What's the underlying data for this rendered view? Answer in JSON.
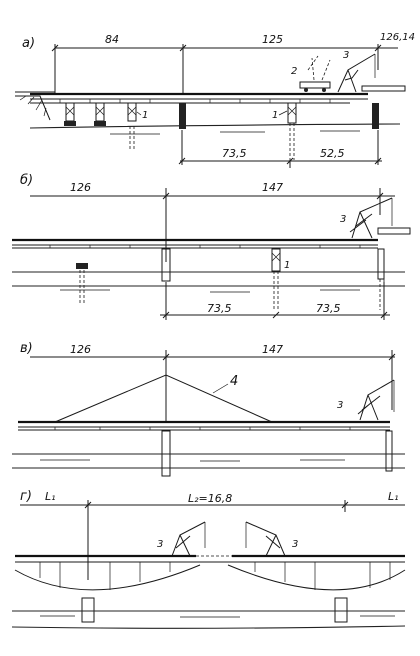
{
  "panels": [
    {
      "letter": "а)",
      "top_dims": [
        "84",
        "125",
        "126,14"
      ],
      "bottom_dims": [
        "73,5",
        "52,5"
      ],
      "callouts": [
        "3",
        "2",
        "1",
        "1"
      ]
    },
    {
      "letter": "б)",
      "top_dims": [
        "126",
        "147"
      ],
      "bottom_dims": [
        "73,5",
        "73,5"
      ],
      "callouts": [
        "3",
        "1"
      ]
    },
    {
      "letter": "в)",
      "top_dims": [
        "126",
        "147"
      ],
      "callouts": [
        "4",
        "3"
      ]
    },
    {
      "letter": "г)",
      "top_dims": [
        "L₁",
        "L₂=16,8",
        "L₁"
      ],
      "callouts": [
        "3",
        "3"
      ]
    }
  ]
}
